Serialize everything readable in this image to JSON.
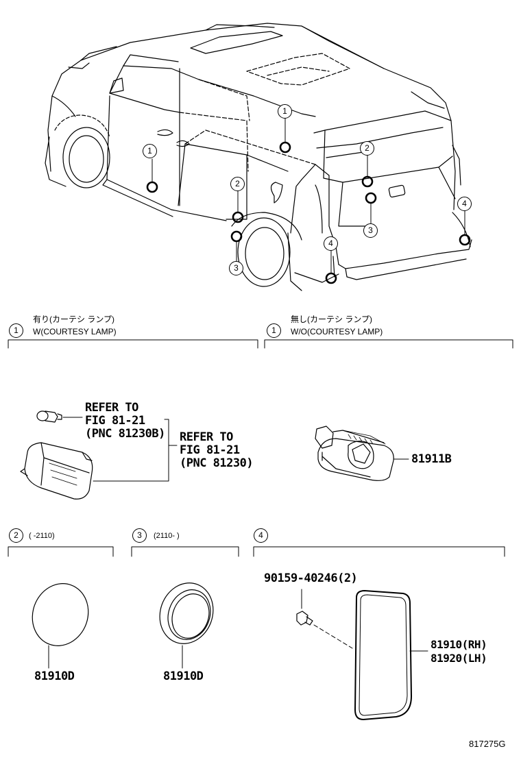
{
  "callouts": {
    "c1": "1",
    "c2": "2",
    "c3": "3",
    "c4": "4"
  },
  "section1_with": {
    "num": "1",
    "jp": "有り(カーテシ ランプ)",
    "en": "W(COURTESY LAMP)",
    "refer1": [
      "REFER TO",
      "FIG 81-21",
      "(PNC 81230B)"
    ],
    "refer2": [
      "REFER TO",
      "FIG 81-21",
      "(PNC 81230)"
    ]
  },
  "section1_without": {
    "num": "1",
    "jp": "無し(カーテシ ランプ)",
    "en": "W/O(COURTESY LAMP)",
    "part": "81911B"
  },
  "section2": {
    "num": "2",
    "range": "(   -2110)",
    "part": "81910D"
  },
  "section3": {
    "num": "3",
    "range": "(2110-   )",
    "part": "81910D"
  },
  "section4": {
    "num": "4",
    "bolt": "90159-40246(2)",
    "part_rh": "81910(RH)",
    "part_lh": "81920(LH)"
  },
  "figure_code": "817275G"
}
